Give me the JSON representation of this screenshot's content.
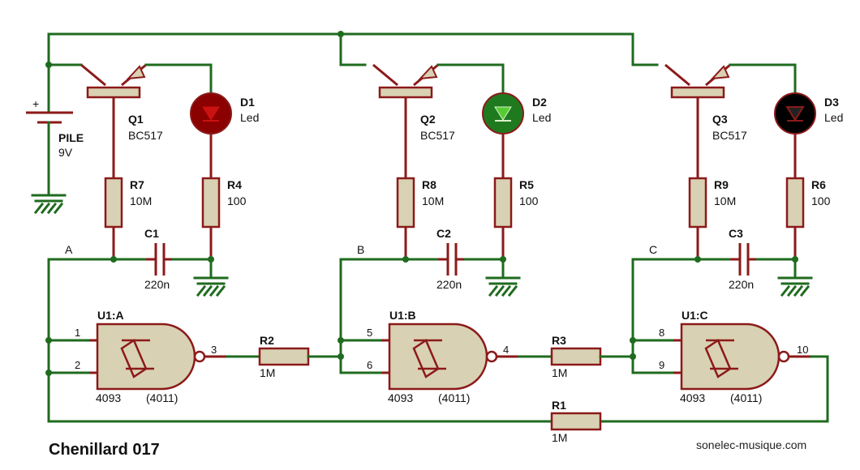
{
  "title": "Chenillard 017",
  "website": "sonelec-musique.com",
  "battery": {
    "ref": "PILE",
    "value": "9V",
    "plus": "+"
  },
  "nodes": [
    "A",
    "B",
    "C"
  ],
  "transistors": [
    {
      "ref": "Q1",
      "value": "BC517"
    },
    {
      "ref": "Q2",
      "value": "BC517"
    },
    {
      "ref": "Q3",
      "value": "BC517"
    }
  ],
  "leds": [
    {
      "ref": "D1",
      "value": "Led",
      "color": "#cc1111",
      "body": "#8b0000"
    },
    {
      "ref": "D2",
      "value": "Led",
      "color": "#55cc33",
      "body": "#1f7a1f"
    },
    {
      "ref": "D3",
      "value": "Led",
      "color": "#222222",
      "body": "#000000"
    }
  ],
  "base_resistors": [
    {
      "ref": "R7",
      "value": "10M"
    },
    {
      "ref": "R8",
      "value": "10M"
    },
    {
      "ref": "R9",
      "value": "10M"
    }
  ],
  "led_resistors": [
    {
      "ref": "R4",
      "value": "100"
    },
    {
      "ref": "R5",
      "value": "100"
    },
    {
      "ref": "R6",
      "value": "100"
    }
  ],
  "capacitors": [
    {
      "ref": "C1",
      "value": "220n"
    },
    {
      "ref": "C2",
      "value": "220n"
    },
    {
      "ref": "C3",
      "value": "220n"
    }
  ],
  "gates": [
    {
      "ref": "U1:A",
      "part": "4093",
      "alt": "(4011)",
      "in1": "1",
      "in2": "2",
      "out": "3"
    },
    {
      "ref": "U1:B",
      "part": "4093",
      "alt": "(4011)",
      "in1": "5",
      "in2": "6",
      "out": "4"
    },
    {
      "ref": "U1:C",
      "part": "4093",
      "alt": "(4011)",
      "in1": "8",
      "in2": "9",
      "out": "10"
    }
  ],
  "coupling_resistors": [
    {
      "ref": "R2",
      "value": "1M"
    },
    {
      "ref": "R3",
      "value": "1M"
    },
    {
      "ref": "R1",
      "value": "1M"
    }
  ],
  "colors": {
    "wire": "#1f6b1f",
    "component_outline": "#8b1a1a",
    "component_fill": "#d9d1b3",
    "ground": "#1f6b1f"
  }
}
